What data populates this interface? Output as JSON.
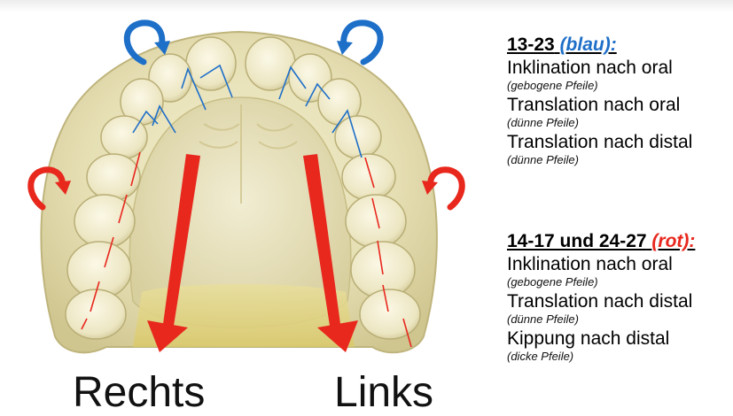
{
  "labels": {
    "right": "Rechts",
    "left": "Links"
  },
  "colors": {
    "blue": "#1e6fc8",
    "red": "#e8271d",
    "cast": "#e9e2b8"
  },
  "legend_blue": {
    "range": "13-23",
    "tag": "(blau):",
    "items": [
      {
        "text": "Inklination nach oral",
        "note": "(gebogene Pfeile)"
      },
      {
        "text": "Translation nach oral",
        "note": "(dünne Pfeile)"
      },
      {
        "text": "Translation nach distal",
        "note": "(dünne Pfeile)"
      }
    ]
  },
  "legend_red": {
    "range": "14-17 und 24-27",
    "tag": "(rot):",
    "items": [
      {
        "text": "Inklination nach oral",
        "note": "(gebogene Pfeile)"
      },
      {
        "text": "Translation nach distal",
        "note": "(dünne Pfeile)"
      },
      {
        "text": "Kippung nach distal",
        "note": "(dicke Pfeile)"
      }
    ]
  }
}
